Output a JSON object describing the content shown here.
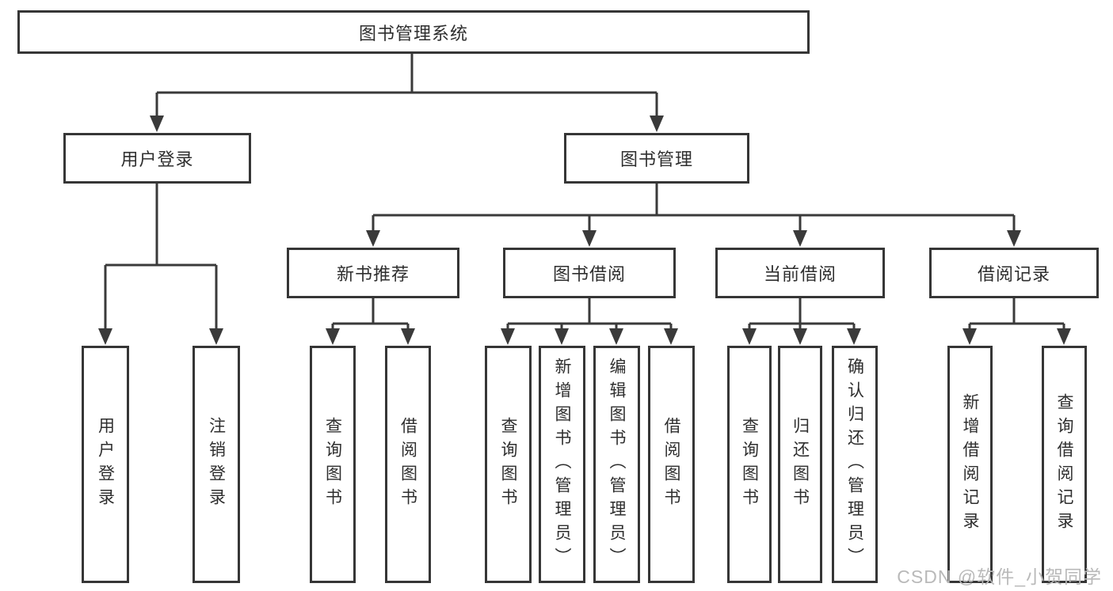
{
  "tree": {
    "label": "图书管理系统",
    "children": [
      {
        "label": "用户登录",
        "children": [
          {
            "label": "用户登录"
          },
          {
            "label": "注销登录"
          }
        ]
      },
      {
        "label": "图书管理",
        "children": [
          {
            "label": "新书推荐",
            "children": [
              {
                "label": "查询图书"
              },
              {
                "label": "借阅图书"
              }
            ]
          },
          {
            "label": "图书借阅",
            "children": [
              {
                "label": "查询图书"
              },
              {
                "label": "新增图书（管理员）"
              },
              {
                "label": "编辑图书（管理员）"
              },
              {
                "label": "借阅图书"
              }
            ]
          },
          {
            "label": "当前借阅",
            "children": [
              {
                "label": "查询图书"
              },
              {
                "label": "归还图书"
              },
              {
                "label": "确认归还（管理员）"
              }
            ]
          },
          {
            "label": "借阅记录",
            "children": [
              {
                "label": "新增借阅记录"
              },
              {
                "label": "查询借阅记录"
              }
            ]
          }
        ]
      }
    ]
  },
  "watermark": "CSDN @软件_小贺同学",
  "colors": {
    "line": "#3a3a3a",
    "box_border": "#363636",
    "text": "#2e2e2e",
    "watermark": "#b9b9b9",
    "background": "#ffffff"
  }
}
